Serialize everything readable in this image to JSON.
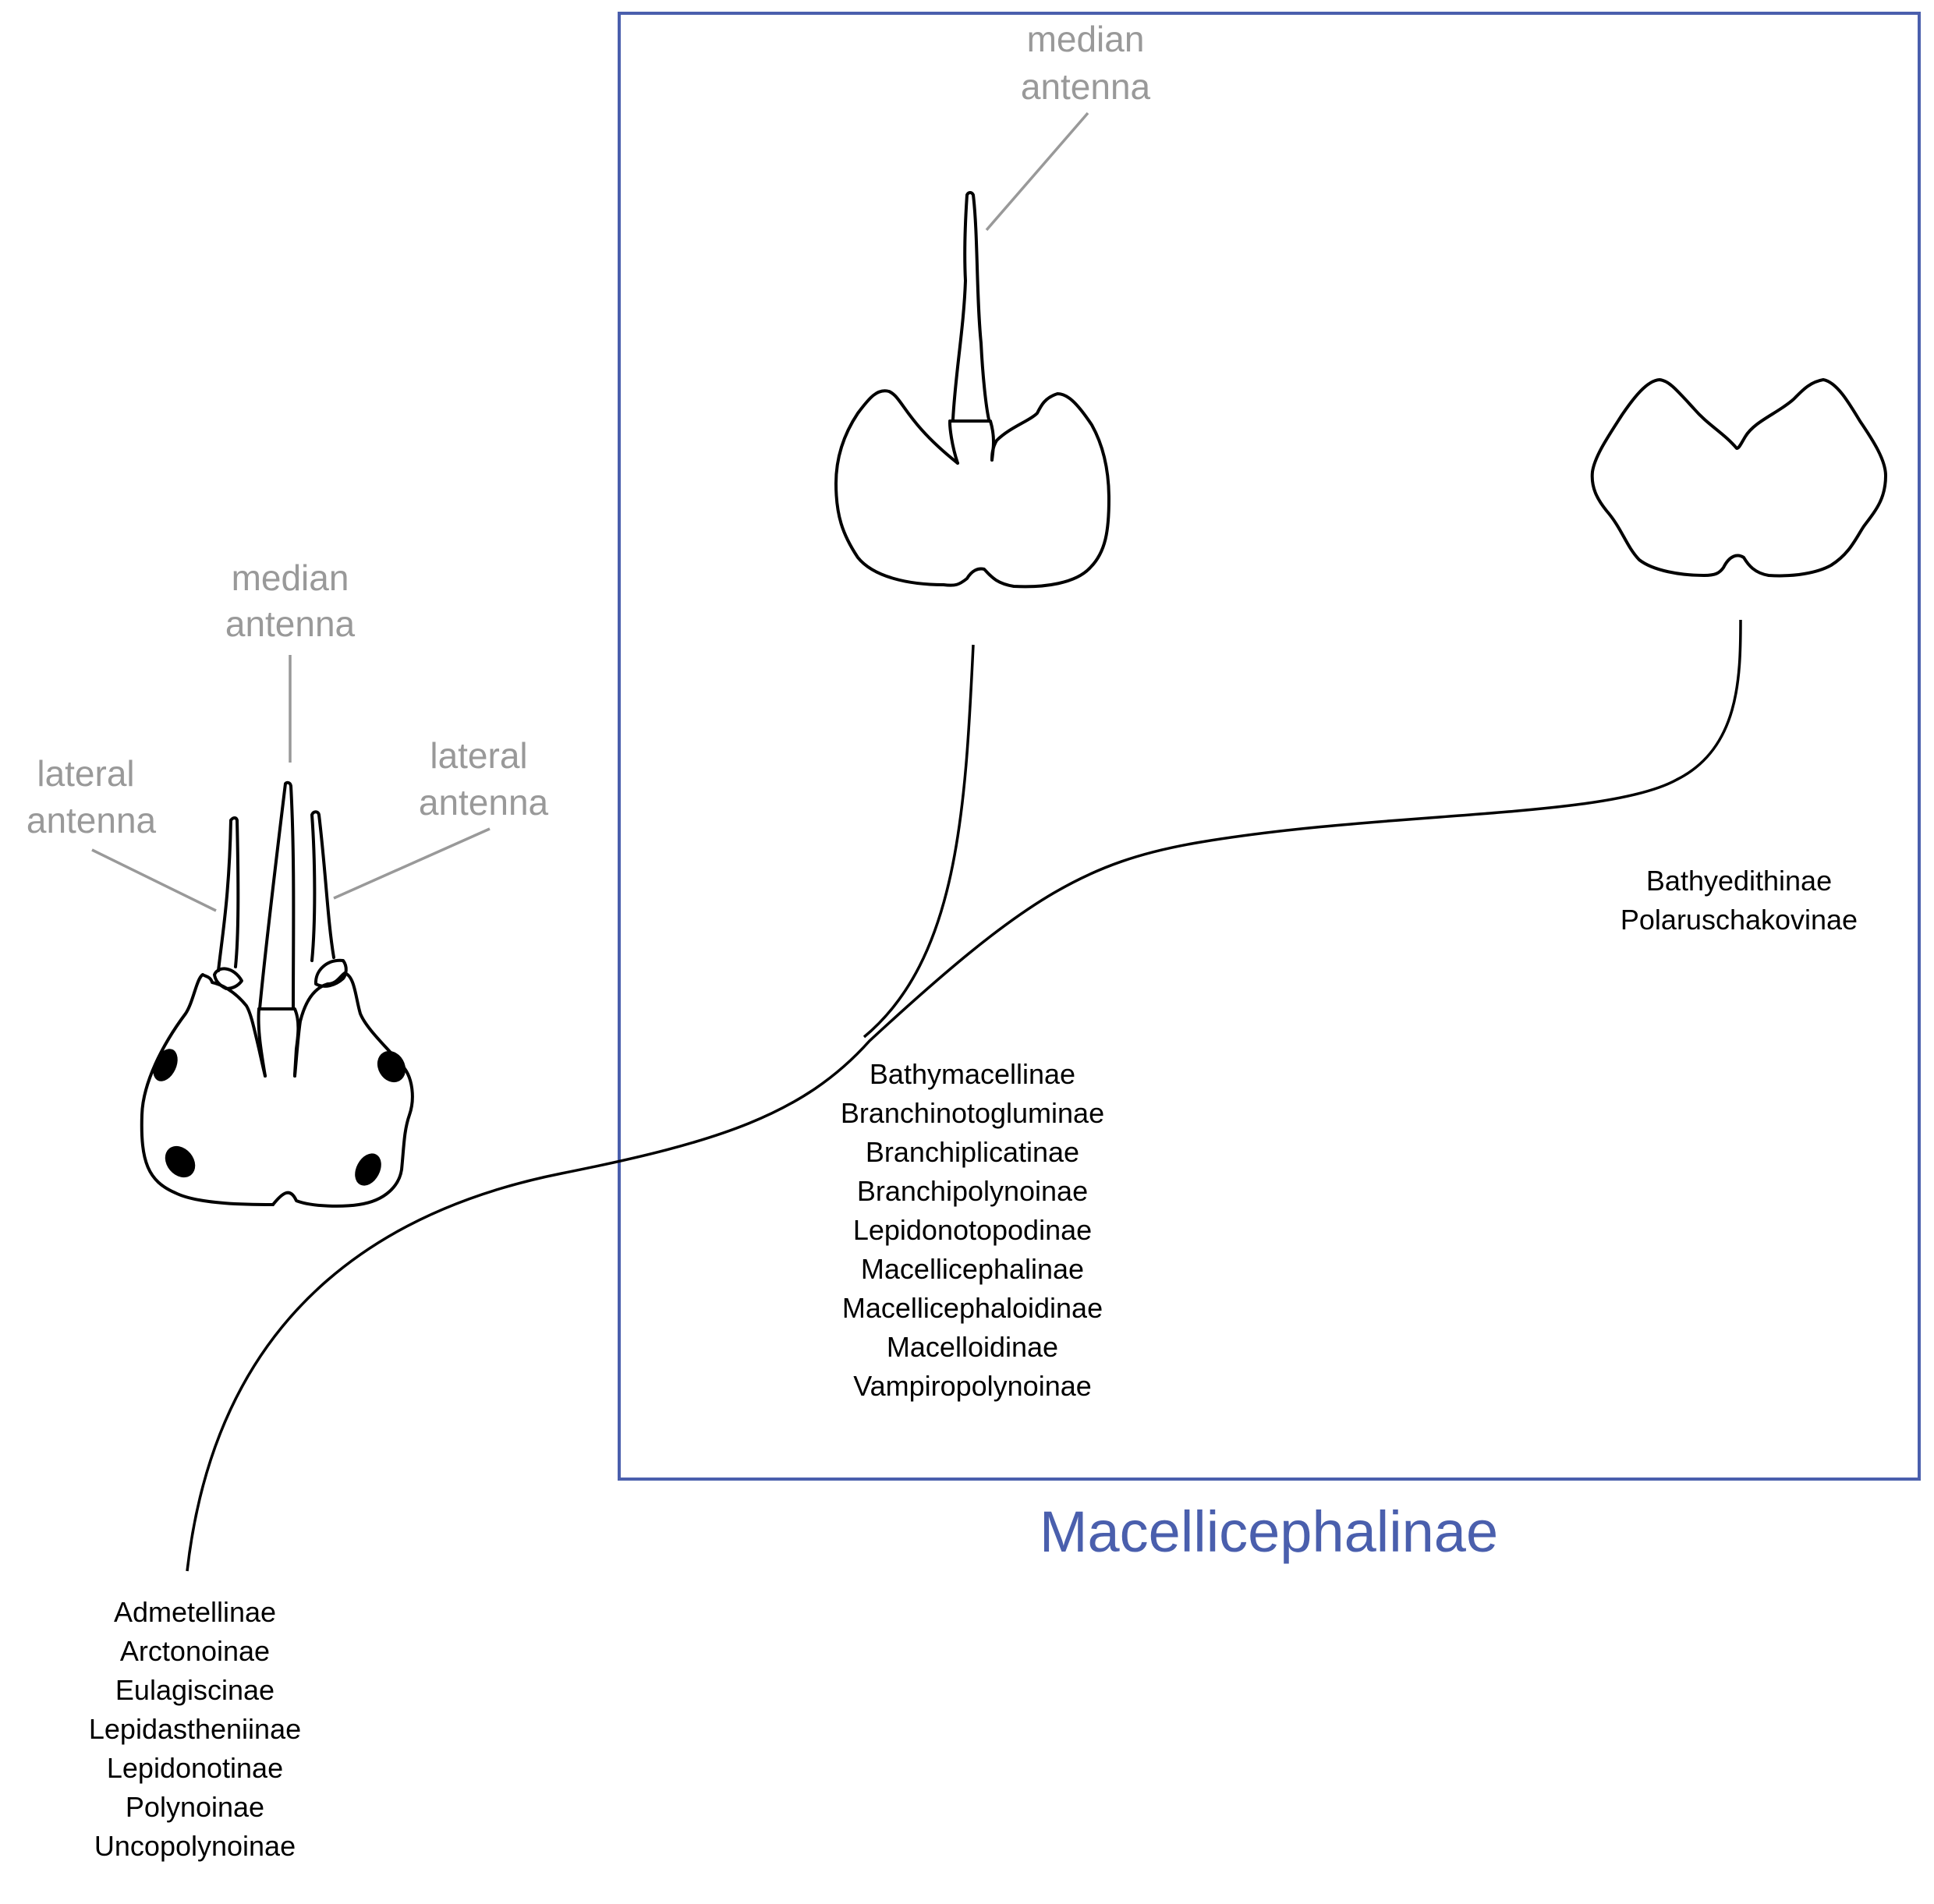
{
  "colors": {
    "box": "#4a5fad",
    "label_gray": "#999999",
    "line": "#000000"
  },
  "group": {
    "title": "Macellicephalinae"
  },
  "labels": {
    "left_median": [
      "median",
      "antenna"
    ],
    "left_lateral_left": [
      "lateral",
      "antenna"
    ],
    "left_lateral_right": [
      "lateral",
      "antenna"
    ],
    "box_median": [
      "median",
      "antenna"
    ]
  },
  "taxa": {
    "outgroup": [
      "Admetellinae",
      "Arctonoinae",
      "Eulagiscinae",
      "Lepidastheniinae",
      "Lepidonotinae",
      "Polynoinae",
      "Uncopolynoinae"
    ],
    "median_antenna_clade": [
      "Bathymacellinae",
      "Branchinotogluminae",
      "Branchiplicatinae",
      "Branchipolynoinae",
      "Lepidonotopodinae",
      "Macellicephalinae",
      "Macellicephaloidinae",
      "Macelloidinae",
      "Vampiropolynoinae"
    ],
    "no_antenna_clade": [
      "Bathyedithinae",
      "Polaruschakovinae"
    ]
  }
}
